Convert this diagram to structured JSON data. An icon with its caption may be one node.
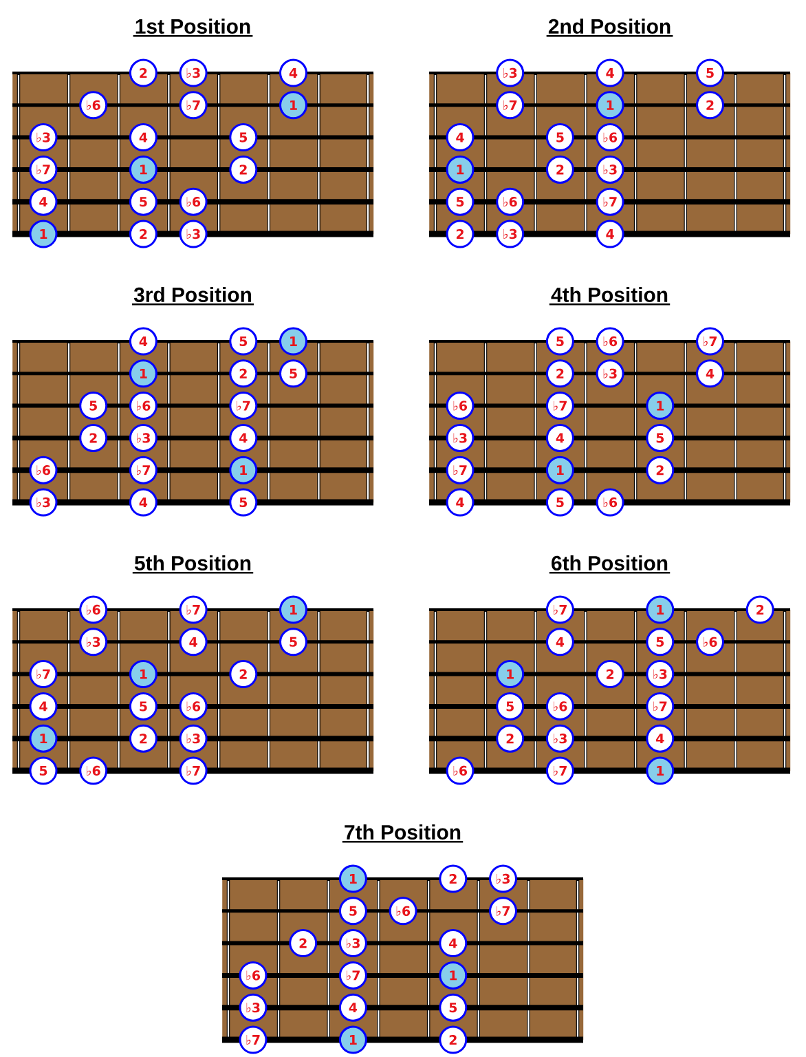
{
  "diagram": {
    "nodes": [
      {
        "text": [
          "1st Position"
        ]
      },
      {
        "text": [
          "2"
        ],
        "in": 0
      },
      {
        "text": [
          "♭3"
        ],
        "in": 0
      },
      {
        "text": [
          "4"
        ],
        "in": 0
      },
      {
        "text": [
          "♭6"
        ],
        "in": 0
      },
      {
        "text": [
          "♭7"
        ],
        "in": 0
      },
      {
        "text": [
          "1"
        ],
        "in": 0
      },
      {
        "text": [
          "♭3"
        ],
        "in": 0
      },
      {
        "text": [
          "4"
        ],
        "in": 0
      },
      {
        "text": [
          "5"
        ],
        "in": 0
      },
      {
        "text": [
          "♭7"
        ],
        "in": 0
      },
      {
        "text": [
          "1"
        ],
        "in": 0
      },
      {
        "text": [
          "2"
        ],
        "in": 0
      },
      {
        "text": [
          "4"
        ],
        "in": 0
      },
      {
        "text": [
          "5"
        ],
        "in": 0
      },
      {
        "text": [
          "♭6"
        ],
        "in": 0
      },
      {
        "text": [
          "1"
        ],
        "in": 0
      },
      {
        "text": [
          "2"
        ],
        "in": 0
      },
      {
        "text": [
          "♭3"
        ],
        "in": 0
      },
      {
        "text": [
          "2nd Position"
        ]
      },
      {
        "text": [
          "♭3"
        ],
        "in": 19
      },
      {
        "text": [
          "4"
        ],
        "in": 19
      },
      {
        "text": [
          "5"
        ],
        "in": 19
      },
      {
        "text": [
          "♭7"
        ],
        "in": 19
      },
      {
        "text": [
          "1"
        ],
        "in": 19
      },
      {
        "text": [
          "2"
        ],
        "in": 19
      },
      {
        "text": [
          "4"
        ],
        "in": 19
      },
      {
        "text": [
          "5"
        ],
        "in": 19
      },
      {
        "text": [
          "♭6"
        ],
        "in": 19
      },
      {
        "text": [
          "1"
        ],
        "in": 19
      },
      {
        "text": [
          "2"
        ],
        "in": 19
      },
      {
        "text": [
          "♭3"
        ],
        "in": 19
      },
      {
        "text": [
          "5"
        ],
        "in": 19
      },
      {
        "text": [
          "♭6"
        ],
        "in": 19
      },
      {
        "text": [
          "♭7"
        ],
        "in": 19
      },
      {
        "text": [
          "2"
        ],
        "in": 19
      },
      {
        "text": [
          "♭3"
        ],
        "in": 19
      },
      {
        "text": [
          "4"
        ],
        "in": 19
      },
      {
        "text": [
          "3rd Position"
        ]
      },
      {
        "text": [
          "4"
        ],
        "in": 38
      },
      {
        "text": [
          "5"
        ],
        "in": 38
      },
      {
        "text": [
          "1"
        ],
        "in": 38
      },
      {
        "text": [
          "1"
        ],
        "in": 38
      },
      {
        "text": [
          "2"
        ],
        "in": 38
      },
      {
        "text": [
          "5"
        ],
        "in": 38
      },
      {
        "text": [
          "5"
        ],
        "in": 38
      },
      {
        "text": [
          "♭6"
        ],
        "in": 38
      },
      {
        "text": [
          "♭7"
        ],
        "in": 38
      },
      {
        "text": [
          "2"
        ],
        "in": 38
      },
      {
        "text": [
          "♭3"
        ],
        "in": 38
      },
      {
        "text": [
          "4"
        ],
        "in": 38
      },
      {
        "text": [
          "♭6"
        ],
        "in": 38
      },
      {
        "text": [
          "♭7"
        ],
        "in": 38
      },
      {
        "text": [
          "1"
        ],
        "in": 38
      },
      {
        "text": [
          "♭3"
        ],
        "in": 38
      },
      {
        "text": [
          "4"
        ],
        "in": 38
      },
      {
        "text": [
          "5"
        ],
        "in": 38
      },
      {
        "text": [
          "4th Position"
        ]
      },
      {
        "text": [
          "5"
        ],
        "in": 57
      },
      {
        "text": [
          "♭6"
        ],
        "in": 57
      },
      {
        "text": [
          "♭7"
        ],
        "in": 57
      },
      {
        "text": [
          "2"
        ],
        "in": 57
      },
      {
        "text": [
          "♭3"
        ],
        "in": 57
      },
      {
        "text": [
          "4"
        ],
        "in": 57
      },
      {
        "text": [
          "♭6"
        ],
        "in": 57
      },
      {
        "text": [
          "♭7"
        ],
        "in": 57
      },
      {
        "text": [
          "1"
        ],
        "in": 57
      },
      {
        "text": [
          "♭3"
        ],
        "in": 57
      },
      {
        "text": [
          "4"
        ],
        "in": 57
      },
      {
        "text": [
          "5"
        ],
        "in": 57
      },
      {
        "text": [
          "♭7"
        ],
        "in": 57
      },
      {
        "text": [
          "1"
        ],
        "in": 57
      },
      {
        "text": [
          "2"
        ],
        "in": 57
      },
      {
        "text": [
          "4"
        ],
        "in": 57
      },
      {
        "text": [
          "5"
        ],
        "in": 57
      },
      {
        "text": [
          "♭6"
        ],
        "in": 57
      },
      {
        "text": [
          "5th Position"
        ]
      },
      {
        "text": [
          "♭6"
        ],
        "in": 76
      },
      {
        "text": [
          "♭7"
        ],
        "in": 76
      },
      {
        "text": [
          "1"
        ],
        "in": 76
      },
      {
        "text": [
          "♭3"
        ],
        "in": 76
      },
      {
        "text": [
          "4"
        ],
        "in": 76
      },
      {
        "text": [
          "5"
        ],
        "in": 76
      },
      {
        "text": [
          "♭7"
        ],
        "in": 76
      },
      {
        "text": [
          "1"
        ],
        "in": 76
      },
      {
        "text": [
          "2"
        ],
        "in": 76
      },
      {
        "text": [
          "4"
        ],
        "in": 76
      },
      {
        "text": [
          "5"
        ],
        "in": 76
      },
      {
        "text": [
          "♭6"
        ],
        "in": 76
      },
      {
        "text": [
          "1"
        ],
        "in": 76
      },
      {
        "text": [
          "2"
        ],
        "in": 76
      },
      {
        "text": [
          "♭3"
        ],
        "in": 76
      },
      {
        "text": [
          "5"
        ],
        "in": 76
      },
      {
        "text": [
          "♭6"
        ],
        "in": 76
      },
      {
        "text": [
          "♭7"
        ],
        "in": 76
      },
      {
        "text": [
          "6th Position"
        ]
      },
      {
        "text": [
          "♭7"
        ],
        "in": 95
      },
      {
        "text": [
          "1"
        ],
        "in": 95
      },
      {
        "text": [
          "2"
        ],
        "in": 95
      },
      {
        "text": [
          "4"
        ],
        "in": 95
      },
      {
        "text": [
          "5"
        ],
        "in": 95
      },
      {
        "text": [
          "♭6"
        ],
        "in": 95
      },
      {
        "text": [
          "1"
        ],
        "in": 95
      },
      {
        "text": [
          "2"
        ],
        "in": 95
      },
      {
        "text": [
          "♭3"
        ],
        "in": 95
      },
      {
        "text": [
          "5"
        ],
        "in": 95
      },
      {
        "text": [
          "♭6"
        ],
        "in": 95
      },
      {
        "text": [
          "♭7"
        ],
        "in": 95
      },
      {
        "text": [
          "2"
        ],
        "in": 95
      },
      {
        "text": [
          "♭3"
        ],
        "in": 95
      },
      {
        "text": [
          "4"
        ],
        "in": 95
      },
      {
        "text": [
          "♭6"
        ],
        "in": 95
      },
      {
        "text": [
          "♭7"
        ],
        "in": 95
      },
      {
        "text": [
          "1"
        ],
        "in": 95
      },
      {
        "text": [
          "7th Position"
        ]
      },
      {
        "text": [
          "1"
        ],
        "in": 114
      },
      {
        "text": [
          "2"
        ],
        "in": 114
      },
      {
        "text": [
          "♭3"
        ],
        "in": 114
      },
      {
        "text": [
          "5"
        ],
        "in": 114
      },
      {
        "text": [
          "♭6"
        ],
        "in": 114
      },
      {
        "text": [
          "♭7"
        ],
        "in": 114
      },
      {
        "text": [
          "2"
        ],
        "in": 114
      },
      {
        "text": [
          "♭3"
        ],
        "in": 114
      },
      {
        "text": [
          "4"
        ],
        "in": 114
      },
      {
        "text": [
          "♭6"
        ],
        "in": 114
      },
      {
        "text": [
          "♭7"
        ],
        "in": 114
      },
      {
        "text": [
          "1"
        ],
        "in": 114
      },
      {
        "text": [
          "♭3"
        ],
        "in": 114
      },
      {
        "text": [
          "4"
        ],
        "in": 114
      },
      {
        "text": [
          "5"
        ],
        "in": 114
      },
      {
        "text": [
          "♭7"
        ],
        "in": 114
      },
      {
        "text": [
          "1"
        ],
        "in": 114
      },
      {
        "text": [
          "2"
        ],
        "in": 114
      }
    ]
  }
}
